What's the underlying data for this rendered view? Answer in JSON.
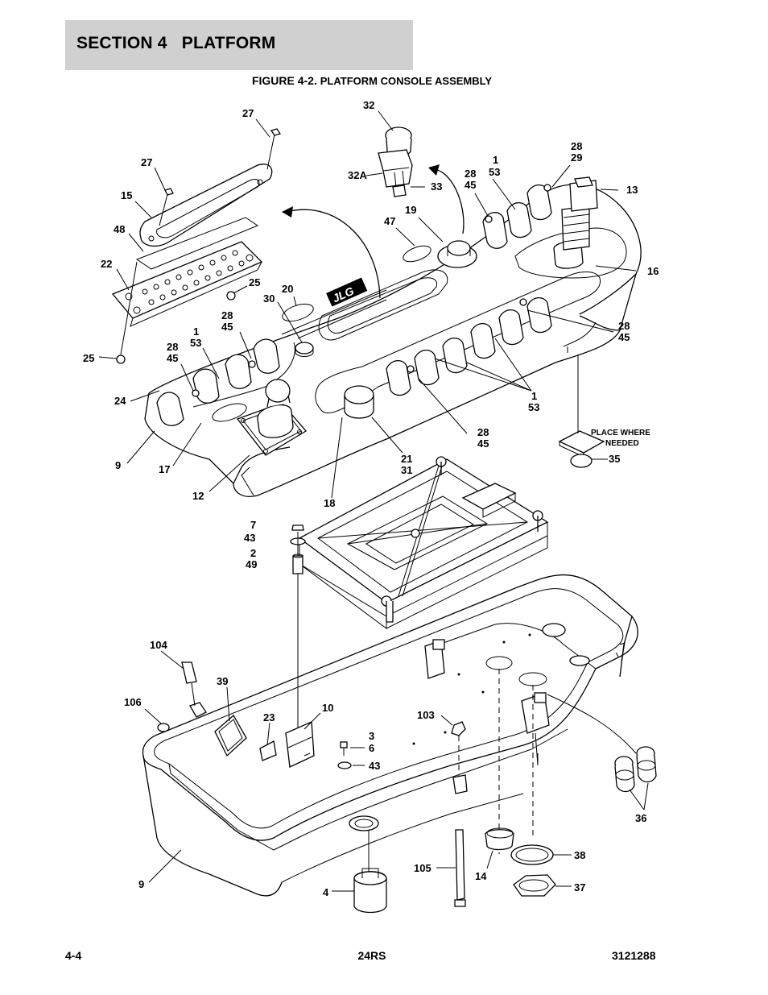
{
  "header": {
    "section_title": "SECTION 4   PLATFORM"
  },
  "figure": {
    "caption_prefix": "FIGURE 4-2.",
    "caption_rest": "PLATFORM CONSOLE ASSEMBLY"
  },
  "callouts": {
    "c27a": "27",
    "c27b": "27",
    "c15": "15",
    "c48": "48",
    "c22": "22",
    "c25a": "25",
    "c25b": "25",
    "c32": "32",
    "c32a": "32A",
    "c33": "33",
    "c19": "19",
    "c47": "47",
    "c1_53_top_1": "1",
    "c1_53_top_2": "53",
    "c28_45_top_1": "28",
    "c28_45_top_2": "45",
    "c28_29_1": "28",
    "c28_29_2": "29",
    "c13": "13",
    "c16": "16",
    "c20": "20",
    "c30": "30",
    "c28_45_mid_1": "28",
    "c28_45_mid_2": "45",
    "c1_53_left_1": "1",
    "c1_53_left_2": "53",
    "c28_45_left_1": "28",
    "c28_45_left_2": "45",
    "c24": "24",
    "c9a": "9",
    "c17": "17",
    "c12": "12",
    "c18": "18",
    "c21": "21",
    "c31": "31",
    "c28_45_center_1": "28",
    "c28_45_center_2": "45",
    "c1_53_center_1": "1",
    "c1_53_center_2": "53",
    "c28_45_right_1": "28",
    "c28_45_right_2": "45",
    "c35": "35",
    "c7": "7",
    "c43a": "43",
    "c2": "2",
    "c49": "49",
    "c104": "104",
    "c106": "106",
    "c39": "39",
    "c23": "23",
    "c10": "10",
    "c3": "3",
    "c6": "6",
    "c43b": "43",
    "c103": "103",
    "c105": "105",
    "c14": "14",
    "c38": "38",
    "c37": "37",
    "c36": "36",
    "c4": "4",
    "c9b": "9"
  },
  "note": {
    "line1": "PLACE WHERE",
    "line2": "NEEDED"
  },
  "footer": {
    "page": "4-4",
    "model": "24RS",
    "doc_number": "3121288"
  }
}
